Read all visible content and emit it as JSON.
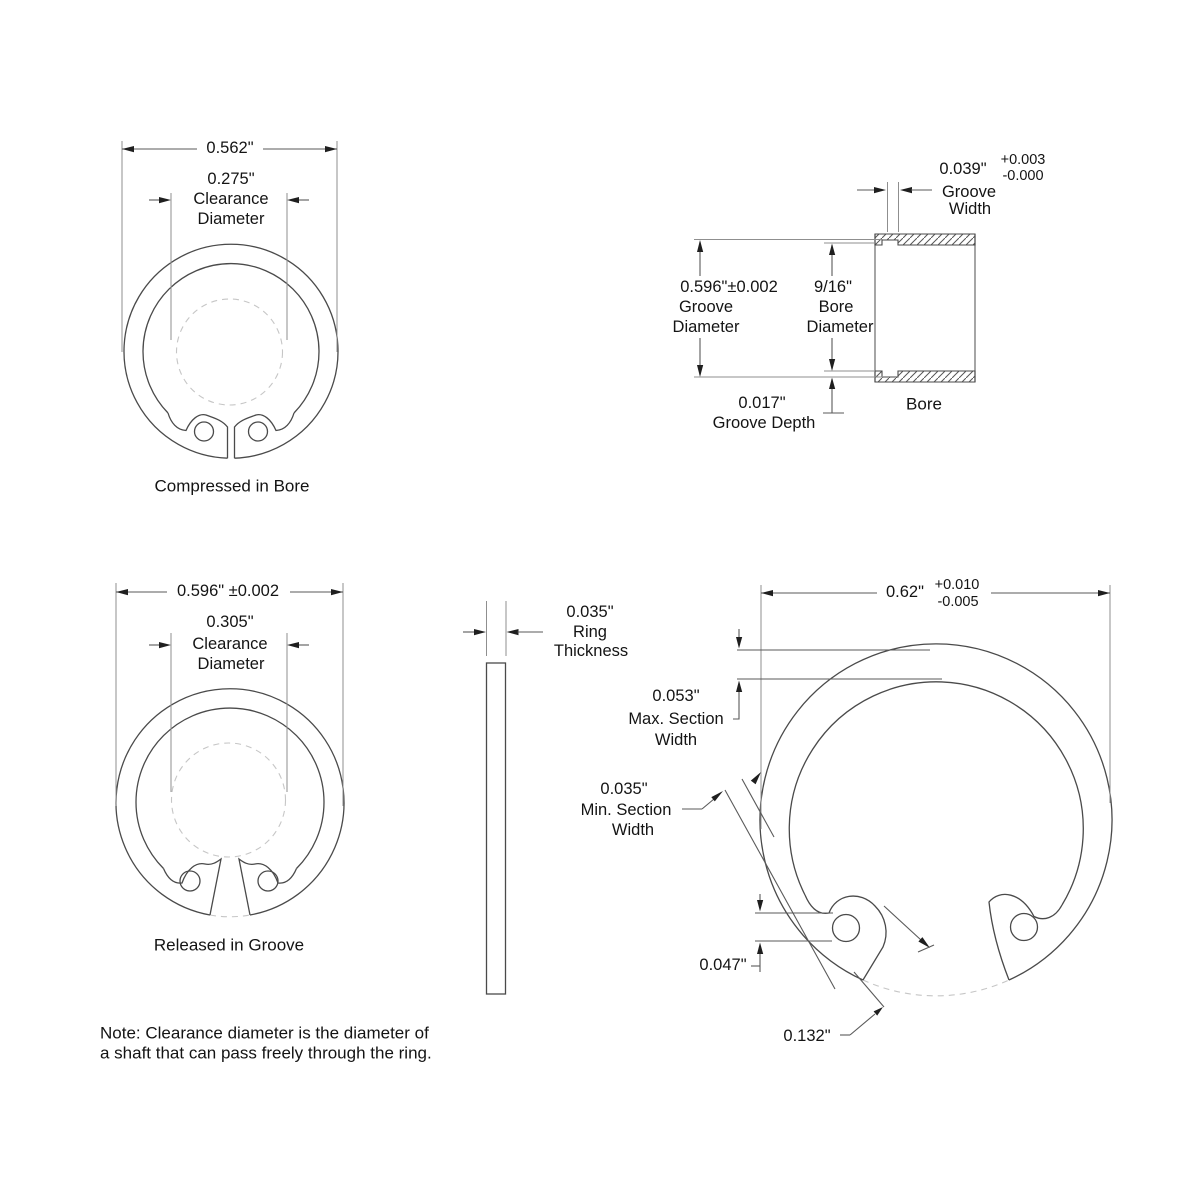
{
  "compressed_view": {
    "caption": "Compressed in Bore",
    "outer_diameter": "0.562\"",
    "clearance_diameter": "0.275\"",
    "clearance_line1": "Clearance",
    "clearance_line2": "Diameter"
  },
  "bore_view": {
    "caption": "Bore",
    "groove_width": "0.039\"",
    "groove_width_plus": "+0.003",
    "groove_width_minus": "-0.000",
    "groove_width_line1": "Groove",
    "groove_width_line2": "Width",
    "groove_diameter": "0.596\"±0.002",
    "groove_diameter_line1": "Groove",
    "groove_diameter_line2": "Diameter",
    "bore_diameter": "9/16\"",
    "bore_diameter_line1": "Bore",
    "bore_diameter_line2": "Diameter",
    "groove_depth": "0.017\"",
    "groove_depth_label": "Groove Depth"
  },
  "released_view": {
    "caption": "Released in Groove",
    "outer_diameter": "0.596\" ±0.002",
    "clearance_diameter": "0.305\"",
    "clearance_line1": "Clearance",
    "clearance_line2": "Diameter"
  },
  "side_view": {
    "thickness": "0.035\"",
    "thickness_line1": "Ring",
    "thickness_line2": "Thickness"
  },
  "front_view": {
    "free_diameter": "0.62\"",
    "free_diameter_plus": "+0.010",
    "free_diameter_minus": "-0.005",
    "max_section": "0.053\"",
    "max_section_line1": "Max. Section",
    "max_section_line2": "Width",
    "min_section": "0.035\"",
    "min_section_line1": "Min. Section",
    "min_section_line2": "Width",
    "lug_hole_diameter": "0.047\"",
    "gap_width": "0.132\""
  },
  "note": {
    "line1": "Note: Clearance diameter is the diameter of",
    "line2": "a shaft that can pass freely through the ring."
  },
  "colors": {
    "line": "#4a4a4a",
    "dimension": "#5a5a5a",
    "extension": "#8f8f8f",
    "dashed": "#c6c6c6",
    "text": "#141414",
    "background": "#ffffff"
  }
}
